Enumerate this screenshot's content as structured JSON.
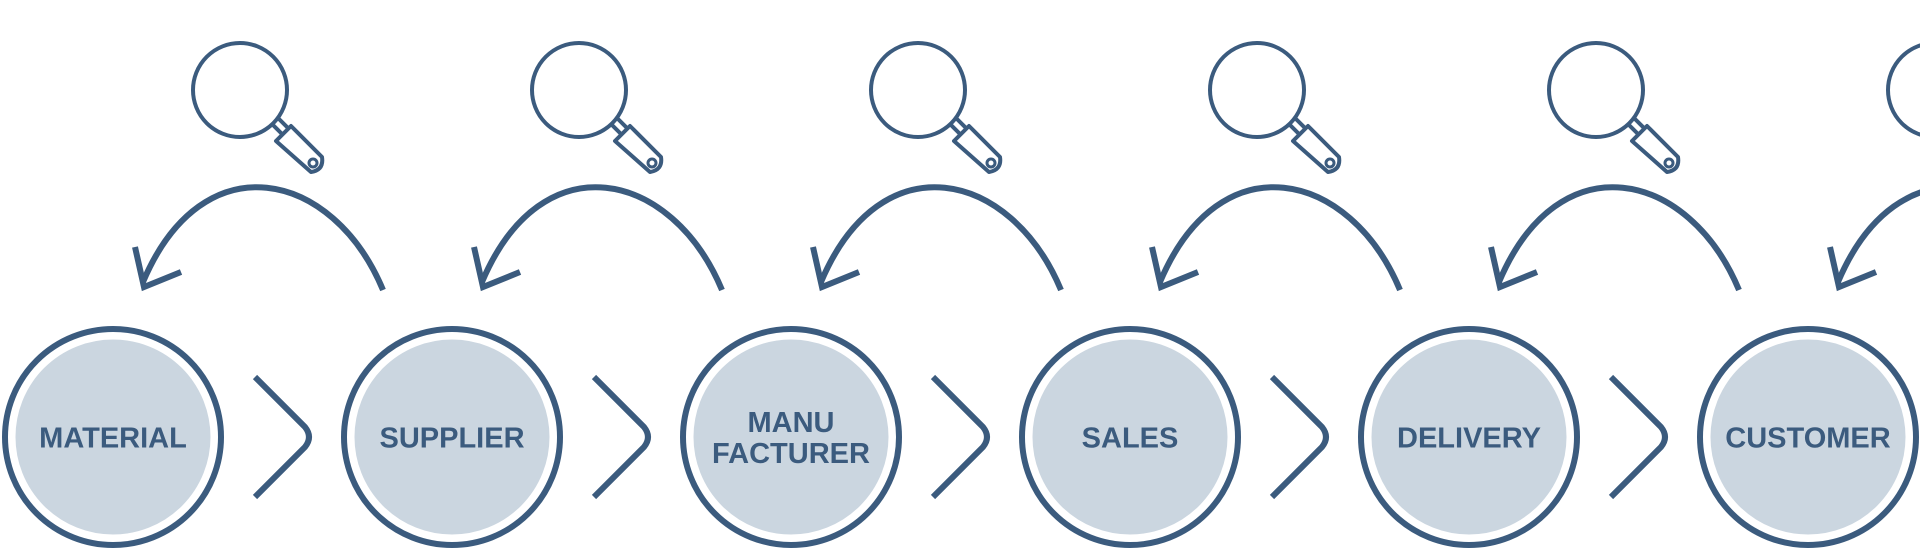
{
  "colors": {
    "stroke": "#3b5b7e",
    "fill": "#cbd6e0",
    "inner_ring": "#ffffff",
    "background": "#ffffff"
  },
  "nodes": [
    {
      "lines": [
        "MATERIAL"
      ]
    },
    {
      "lines": [
        "SUPPLIER"
      ]
    },
    {
      "lines": [
        "MANU",
        "FACTURER"
      ]
    },
    {
      "lines": [
        "SALES"
      ]
    },
    {
      "lines": [
        "DELIVERY"
      ]
    },
    {
      "lines": [
        "CUSTOMER"
      ]
    }
  ],
  "icons": {
    "forward_connector": "chevron-right-icon",
    "feedback": "curved-arrow-left-icon",
    "inspection": "magnifying-glass-icon"
  }
}
